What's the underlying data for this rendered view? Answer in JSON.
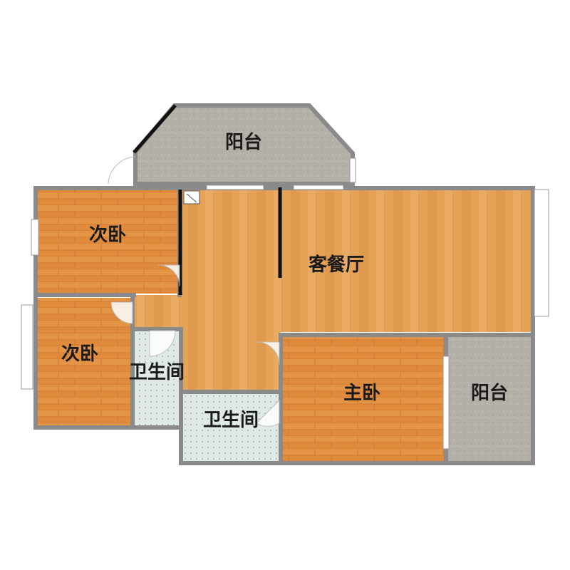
{
  "rooms": {
    "balcony_top": "阳台",
    "bedroom_upper_left": "次卧",
    "living_dining": "客餐厅",
    "bedroom_lower_left": "次卧",
    "bathroom_left": "卫生间",
    "bathroom_center": "卫生间",
    "master_bedroom": "主卧",
    "balcony_right": "阳台"
  },
  "colors": {
    "wall": "#8a8a8a",
    "wood_floor": "#e08a3c",
    "living_floor": "#e6a257",
    "tile": "#b5b0a8",
    "bath_tile": "#dfe9e5",
    "accent_wall": "#111111"
  }
}
